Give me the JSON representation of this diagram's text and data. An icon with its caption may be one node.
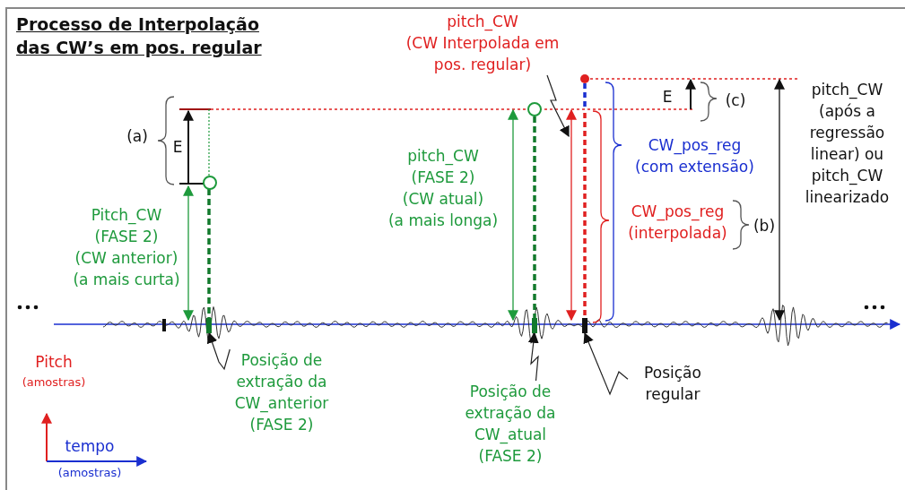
{
  "diagram": {
    "title": "Processo de Interpolação das CW’s em pos. regular",
    "nodes": [
      {
        "text": [
          "pitch_CW (CW Interpolada em pos. regular)"
        ]
      },
      {
        "text": [
          "Posição de extração da CW_anterior (FASE 2)"
        ]
      },
      {
        "text": [],
        "shape": "bar"
      },
      {
        "text": [
          "Posição de extração da CW_atual (FASE 2)"
        ]
      },
      {
        "text": [],
        "shape": "bar"
      },
      {
        "text": [
          "Posição regular"
        ]
      },
      {
        "text": [],
        "shape": "bar"
      }
    ],
    "edges": [
      {
        "from": 0,
        "to": null,
        "arrow": "to"
      },
      {
        "from": 1,
        "to": 2,
        "arrow": "to"
      },
      {
        "from": 3,
        "to": 4,
        "arrow": "to"
      },
      {
        "from": 5,
        "to": 6,
        "arrow": "to"
      }
    ],
    "labels": [
      "(a)",
      "E",
      "Pitch_CW (FASE 2) (CW anterior) (a mais curta)",
      "pitch_CW (FASE 2) (CW atual) (a mais longa)",
      "E",
      "(c)",
      "CW_pos_reg (com extensão)",
      "CW_pos_reg (interpolada)",
      "(b)",
      "pitch_CW (após a regressão linear) ou pitch_CW linearizado",
      "Pitch",
      "(amostras)",
      "tempo",
      "(amostras)"
    ]
  }
}
